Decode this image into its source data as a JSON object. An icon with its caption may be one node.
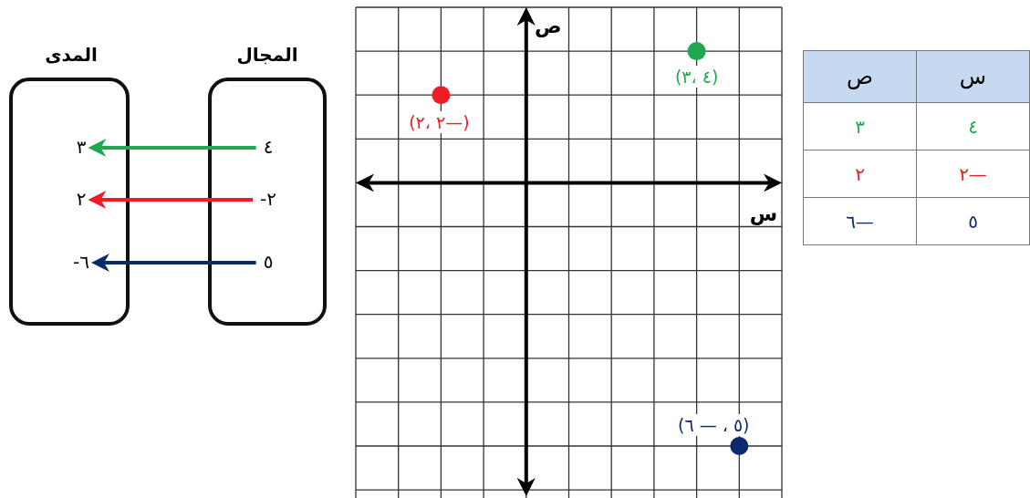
{
  "diagram": {
    "nodes": [
      {
        "text": [
          "المجال"
        ]
      },
      {
        "text": [
          "المدى"
        ]
      },
      {
        "text": [
          "٤"
        ],
        "in": 0
      },
      {
        "text": [
          "-٢"
        ],
        "in": 0
      },
      {
        "text": [
          "٥"
        ],
        "in": 0
      },
      {
        "text": [
          "٣"
        ],
        "in": 1
      },
      {
        "text": [
          "٢"
        ],
        "in": 1
      },
      {
        "text": [
          "-٦"
        ],
        "in": 1
      }
    ],
    "edges": [
      {
        "from": 2,
        "to": 5,
        "arrow": "to",
        "color": "#1fa84f"
      },
      {
        "from": 3,
        "to": 6,
        "arrow": "to",
        "color": "#ee1c24"
      },
      {
        "from": 4,
        "to": 7,
        "arrow": "to",
        "color": "#0b2a6b"
      }
    ],
    "labels": [
      "ص",
      "(٣، ٤)",
      "(٢، ٢—)",
      "س",
      "(٦ — ، ٥)",
      "س",
      "ص",
      "٤",
      "٣",
      "٢—",
      "٢",
      "٥",
      "٦—"
    ]
  }
}
